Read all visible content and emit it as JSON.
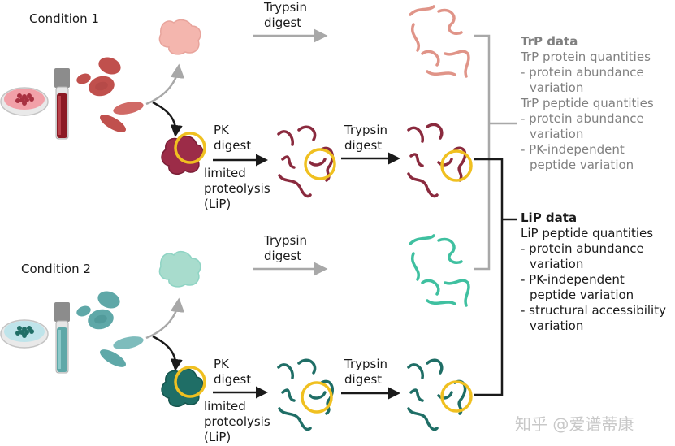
{
  "conditions": {
    "c1": "Condition 1",
    "c2": "Condition 2"
  },
  "steps": {
    "trypsin": [
      "Trypsin",
      "digest"
    ],
    "pk": [
      "PK",
      "digest"
    ],
    "lip": [
      "limited",
      "proteolysis",
      "(LiP)"
    ]
  },
  "trp_data": {
    "title": "TrP data",
    "lines": [
      "TrP protein quantities",
      "- protein abundance",
      "  variation",
      "TrP peptide quantities",
      "- protein abundance",
      "  variation",
      "- PK-independent",
      "  peptide variation"
    ]
  },
  "lip_data": {
    "title": "LiP data",
    "lines": [
      "LiP peptide quantities",
      "- protein abundance",
      "  variation",
      "- PK-independent",
      "  peptide variation",
      "- structural accessibility",
      "  variation"
    ]
  },
  "watermark": "知乎 @爱谱蒂康",
  "colors": {
    "red_cell": "#c0504d",
    "red_protein": "#e8a49c",
    "red_dark": "#8a2a3e",
    "teal_cell": "#5fa8a8",
    "teal_protein": "#8fd4c4",
    "teal_dark": "#1f6e66",
    "teal_peptide": "#3fc0a0",
    "highlight": "#f0c020",
    "arrow_gray": "#a8a8a8",
    "arrow_black": "#1a1a1a"
  }
}
